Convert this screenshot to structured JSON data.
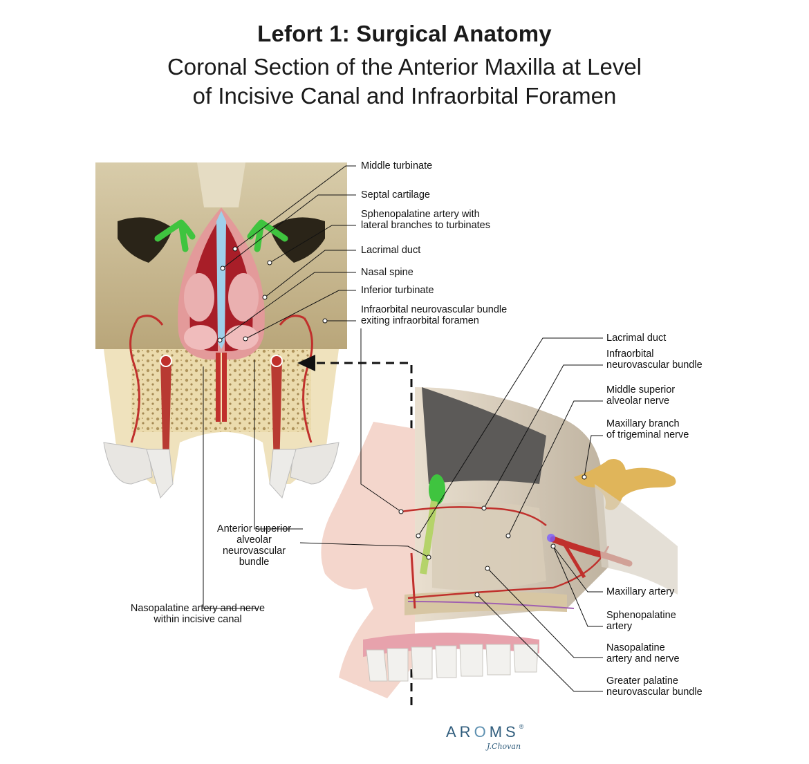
{
  "title": {
    "line1": "Lefort 1: Surgical Anatomy",
    "line2": "Coronal Section of the Anterior Maxilla at Level",
    "line3": "of Incisive Canal and Infraorbital Foramen"
  },
  "coronal_labels": {
    "middle_turbinate": "Middle turbinate",
    "septal_cartilage": "Septal cartilage",
    "sphenopalatine_1": "Sphenopalatine artery with",
    "sphenopalatine_2": "lateral branches to turbinates",
    "lacrimal_duct": "Lacrimal duct",
    "nasal_spine": "Nasal spine",
    "inferior_turbinate": "Inferior turbinate",
    "infraorbital_1": "Infraorbital neurovascular bundle",
    "infraorbital_2": "exiting infraorbital foramen",
    "asa_1": "Anterior superior",
    "asa_2": "alveolar",
    "asa_3": "neurovascular",
    "asa_4": "bundle",
    "naso_1": "Nasopalatine artery and nerve",
    "naso_2": "within incisive canal"
  },
  "sagittal_labels": {
    "lacrimal_duct": "Lacrimal duct",
    "infraorbital_1": "Infraorbital",
    "infraorbital_2": "neurovascular bundle",
    "msa_1": "Middle superior",
    "msa_2": "alveolar nerve",
    "maxbranch_1": "Maxillary branch",
    "maxbranch_2": "of trigeminal nerve",
    "maxillary_artery": "Maxillary artery",
    "spheno_1": "Sphenopalatine",
    "spheno_2": "artery",
    "naso_1": "Nasopalatine",
    "naso_2": "artery and nerve",
    "gp_1": "Greater palatine",
    "gp_2": "neurovascular bundle"
  },
  "logo": {
    "text": "AR",
    "o": "O",
    "text2": "MS",
    "mark": "®",
    "signature": "J.Chovan"
  },
  "colors": {
    "bone": "#d9c9a0",
    "artery": "#c0302c",
    "mucosa": "#e8a3a3",
    "cartilage": "#a8d4ea",
    "nerve_green": "#3fc43f",
    "brand": "#2f5c7c"
  }
}
